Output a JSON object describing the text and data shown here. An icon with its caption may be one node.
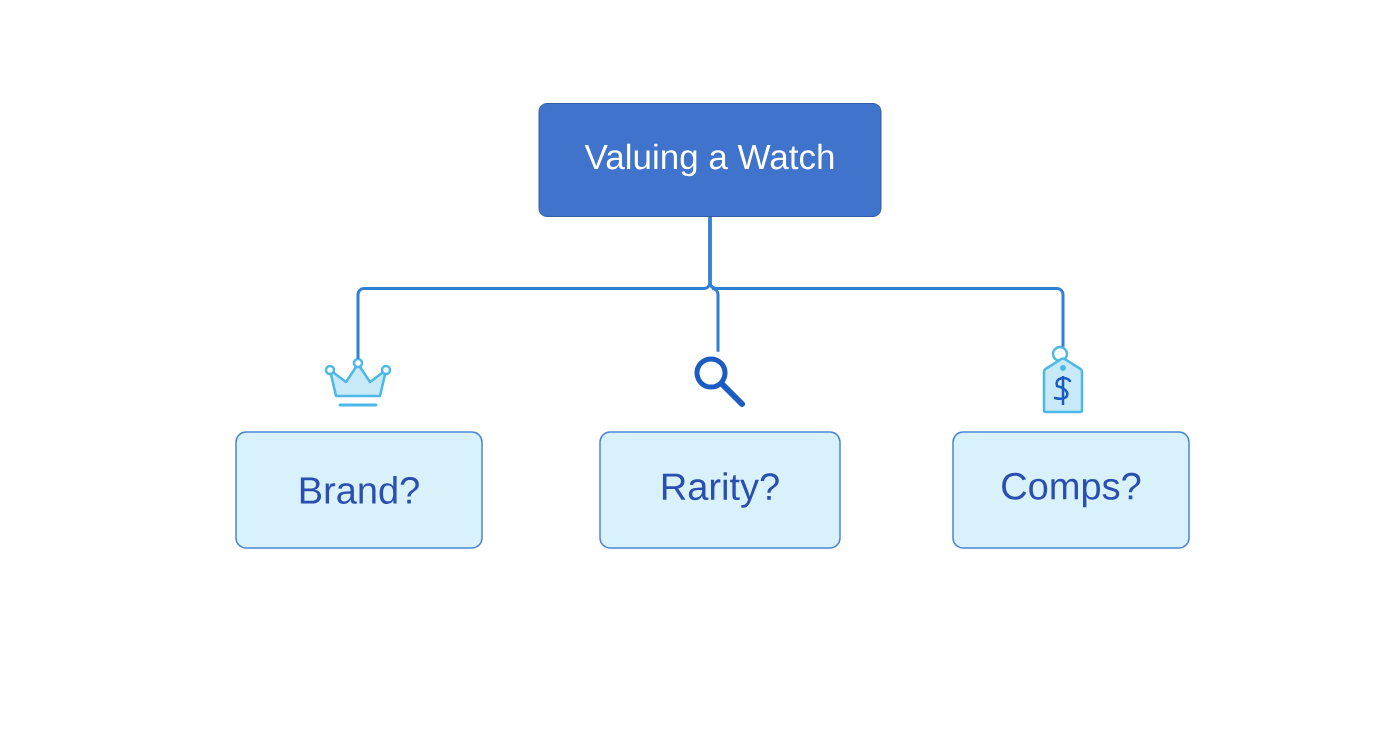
{
  "diagram": {
    "nodes": [
      {
        "text": [
          "Valuing a Watch"
        ]
      },
      {
        "text": [],
        "shape": "crown"
      },
      {
        "text": [],
        "shape": "magnifier"
      },
      {
        "text": [],
        "shape": "tag"
      },
      {
        "text": [
          "Brand?"
        ]
      },
      {
        "text": [
          "Rarity?"
        ]
      },
      {
        "text": [
          "Comps?"
        ]
      }
    ],
    "edges": [
      {
        "from": 0,
        "to": 1,
        "arrow": "none"
      },
      {
        "from": 0,
        "to": 2,
        "arrow": "none"
      },
      {
        "from": 0,
        "to": 3,
        "arrow": "none"
      }
    ]
  }
}
